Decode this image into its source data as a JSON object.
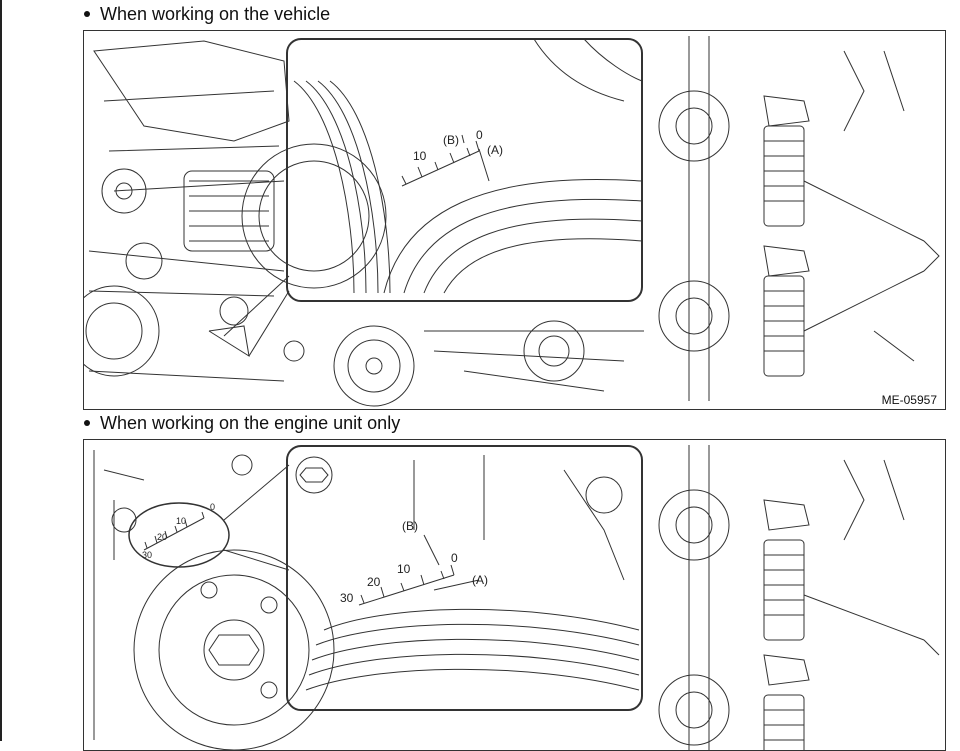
{
  "sections": [
    {
      "heading": "When working on the vehicle"
    },
    {
      "heading": "When working on the engine unit only"
    }
  ],
  "figures": [
    {
      "label_b": "(B)",
      "label_a": "(A)",
      "scale_ticks": [
        "10",
        "0"
      ],
      "code": "ME-05957"
    },
    {
      "label_b": "(B)",
      "label_a": "(A)",
      "scale_ticks": [
        "30",
        "20",
        "10",
        "0"
      ],
      "small_ticks": [
        "30",
        "20",
        "10",
        "0"
      ]
    }
  ]
}
